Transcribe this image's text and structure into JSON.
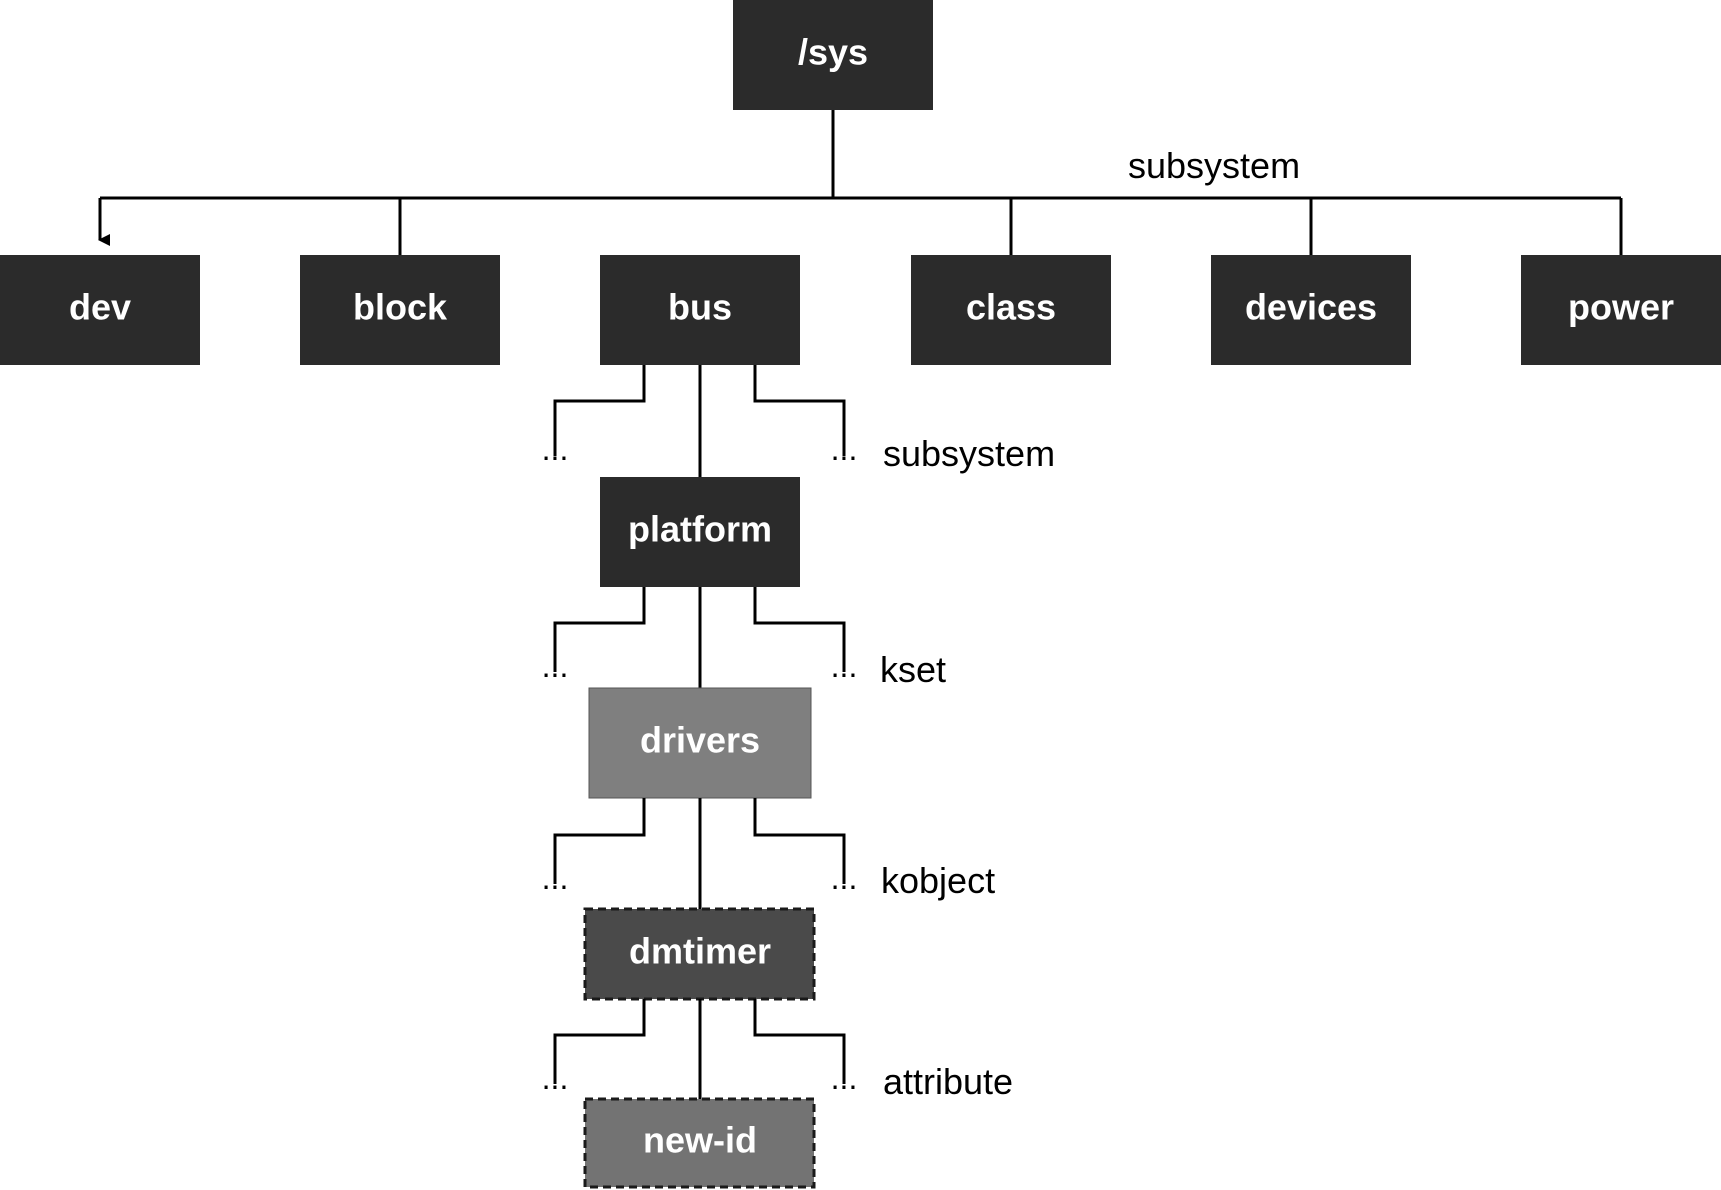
{
  "colors": {
    "dark_box": "#2b2b2b",
    "gray_box": "#7f7f7f",
    "dashed_dark_box": "#4a4a4a",
    "dashed_gray_box": "#737373",
    "line": "#000000"
  },
  "root": {
    "label": "/sys"
  },
  "top_level": {
    "group_label": "subsystem",
    "items": [
      {
        "label": "dev"
      },
      {
        "label": "block"
      },
      {
        "label": "bus"
      },
      {
        "label": "class"
      },
      {
        "label": "devices"
      },
      {
        "label": "power"
      }
    ]
  },
  "chain": [
    {
      "label": "platform",
      "level_label": "subsystem"
    },
    {
      "label": "drivers",
      "level_label": "kset"
    },
    {
      "label": "dmtimer",
      "level_label": "kobject"
    },
    {
      "label": "new-id",
      "level_label": "attribute"
    }
  ],
  "ellipsis": "..."
}
